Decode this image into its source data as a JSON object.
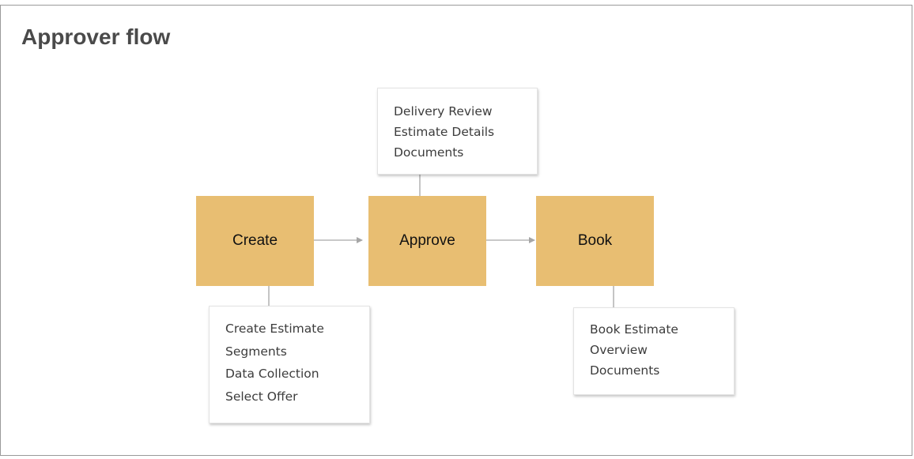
{
  "title": "Approver flow",
  "steps": [
    {
      "label": "Create"
    },
    {
      "label": "Approve"
    },
    {
      "label": "Book"
    }
  ],
  "notes": {
    "create": [
      "Create Estimate",
      "Segments",
      "Data Collection",
      "Select Offer"
    ],
    "approve": [
      "Delivery Review",
      "Estimate Details",
      "Documents"
    ],
    "book": [
      "Book Estimate",
      "Overview",
      "Documents"
    ]
  },
  "colors": {
    "step_fill": "#e8be72",
    "connector": "#a6a6a6",
    "title_text": "#4a4a4a",
    "note_text": "#3c3c3c"
  }
}
